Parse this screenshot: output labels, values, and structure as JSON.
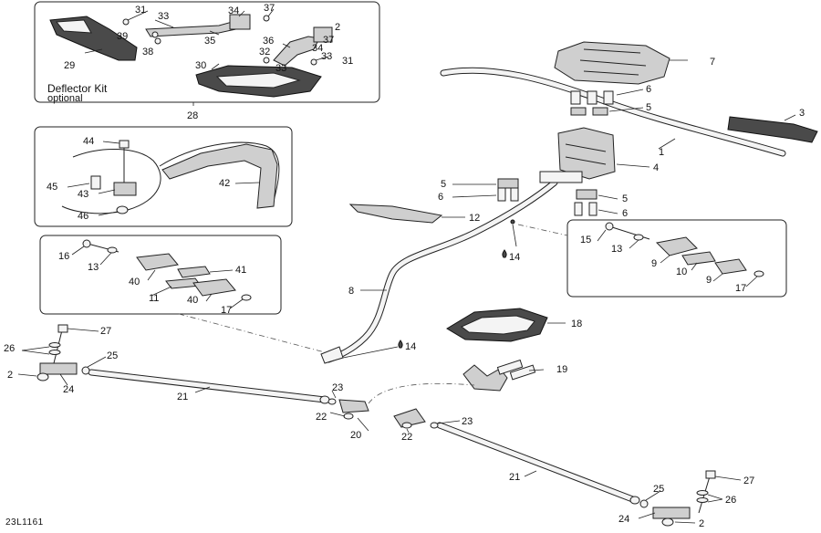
{
  "diagram": {
    "reference_code": "23L1161",
    "deflector_kit": {
      "title": "Deflector Kit",
      "subtitle": "optional"
    },
    "callouts": {
      "c1": "1",
      "c2a": "2",
      "c2b": "2",
      "c2c": "2",
      "c3": "3",
      "c4": "4",
      "c5a": "5",
      "c5b": "5",
      "c5c": "5",
      "c6a": "6",
      "c6b": "6",
      "c6c": "6",
      "c7": "7",
      "c8": "8",
      "c9a": "9",
      "c9b": "9",
      "c10": "10",
      "c11": "11",
      "c12": "12",
      "c13a": "13",
      "c13b": "13",
      "c14a": "14",
      "c14b": "14",
      "c15": "15",
      "c16": "16",
      "c17a": "17",
      "c17b": "17",
      "c18": "18",
      "c19": "19",
      "c20": "20",
      "c21a": "21",
      "c21b": "21",
      "c22a": "22",
      "c22b": "22",
      "c23a": "23",
      "c23b": "23",
      "c24a": "24",
      "c24b": "24",
      "c25a": "25",
      "c25b": "25",
      "c26a": "26",
      "c26b": "26",
      "c27a": "27",
      "c27b": "27",
      "c28": "28",
      "c29": "29",
      "c30": "30",
      "c31a": "31",
      "c31b": "31",
      "c32": "32",
      "c33a": "33",
      "c33b": "33",
      "c33c": "33",
      "c34a": "34",
      "c34b": "34",
      "c35": "35",
      "c36": "36",
      "c37a": "37",
      "c37b": "37",
      "c38": "38",
      "c39": "39",
      "c40a": "40",
      "c40b": "40",
      "c41": "41",
      "c42": "42",
      "c43": "43",
      "c44": "44",
      "c45": "45",
      "c46": "46"
    }
  }
}
